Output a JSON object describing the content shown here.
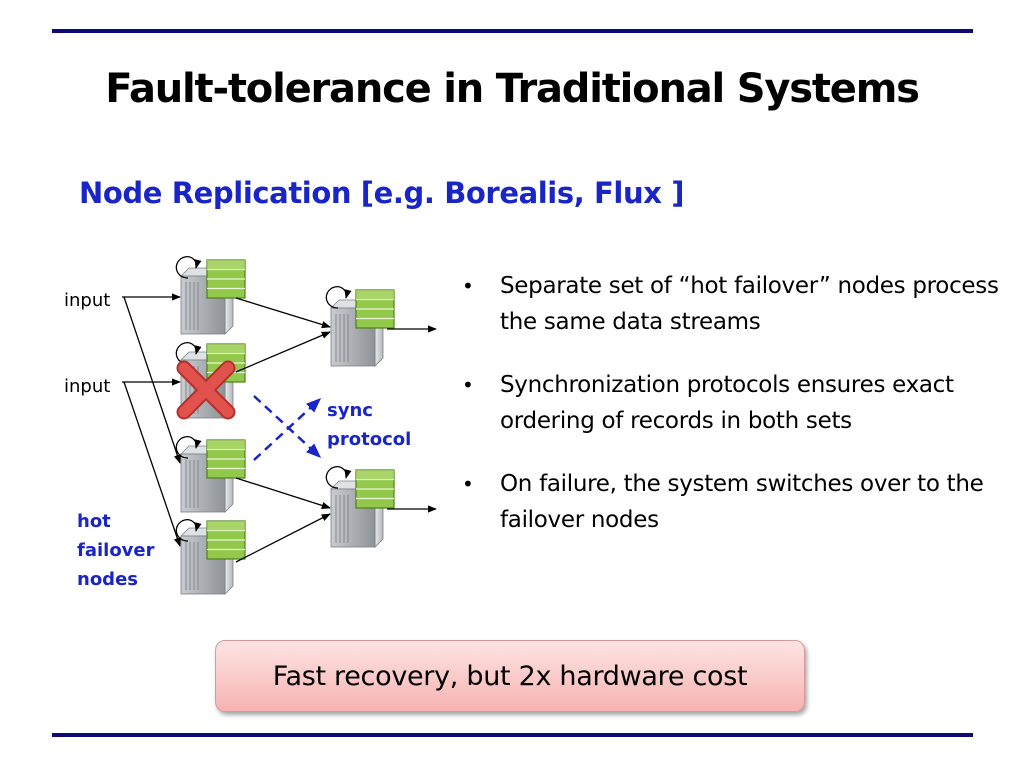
{
  "slide": {
    "title": "Fault-tolerance in Traditional Systems",
    "subtitle": "Node Replication [e.g. Borealis, Flux ]"
  },
  "diagram": {
    "input_labels": [
      "input",
      "input"
    ],
    "sync_label_lines": [
      "sync",
      "protocol"
    ],
    "hot_failover_label_lines": [
      "hot",
      "failover",
      "nodes"
    ],
    "colors": {
      "blue_label": "#1a25c8",
      "failed_mark": "#d9403a",
      "queue_green": "#8ec63f",
      "server_gray": "#9a9ea3"
    }
  },
  "bullets": [
    {
      "text": "Separate set of “hot failover” nodes process the same data streams"
    },
    {
      "text": "Synchronization protocols ensures exact ordering of records in both sets"
    },
    {
      "text": "On failure, the system switches over to the failover nodes"
    }
  ],
  "callout": {
    "text": "Fast recovery, but 2x hardware cost"
  }
}
